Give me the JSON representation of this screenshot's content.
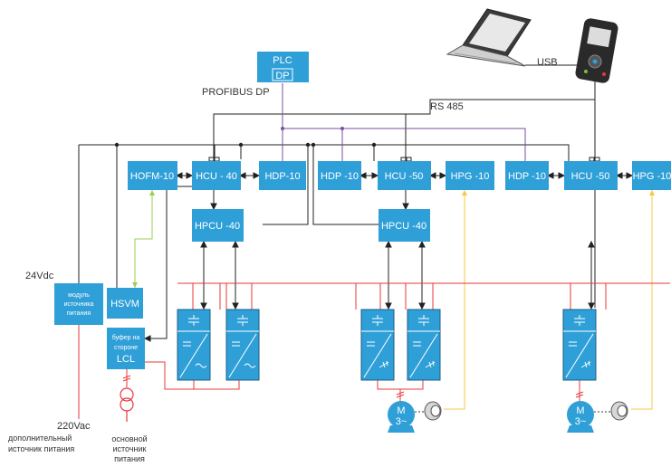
{
  "colors": {
    "module": "#2f9fd8",
    "power_line": "#e8373c",
    "profibus_line": "#7b4fa0",
    "encoder_line": "#f4c842",
    "optical_line": "#9bcf53",
    "bus_line": "#222222"
  },
  "plc": {
    "title": "PLC",
    "port": "DP"
  },
  "labels": {
    "profibus": "PROFIBUS  DP",
    "usb": "USB",
    "rs485": "RS 485",
    "vdc24": "24Vdc",
    "vac220": "220Vac",
    "aux_supply_1": "дополнительный",
    "aux_supply_2": "источник питания",
    "main_supply_1": "основной",
    "main_supply_2": "источник",
    "main_supply_3": "питания"
  },
  "modules": {
    "hofm10": "HOFM-10",
    "hcu40": "HCU - 40",
    "hdp10_a": "HDP-10",
    "hdp10_b": "HDP -10",
    "hcu50_a": "HCU -50",
    "hpg10_a": "HPG -10",
    "hdp10_c": "HDP -10",
    "hcu50_b": "HCU -50",
    "hpg10_b": "HPG -10",
    "hpcu40_a": "HPCU -40",
    "hpcu40_b": "HPCU -40",
    "hsvm": "HSVM",
    "psu_1": "модуль",
    "psu_2": "источника",
    "psu_3": "питания",
    "lcl_1": "буфер на",
    "lcl_2": "стороне",
    "lcl_3": "LCL"
  },
  "motor": {
    "letter": "M",
    "phase": "3~"
  },
  "icons": [
    "laptop-icon",
    "keypad-icon",
    "transformer-icon",
    "motor-icon",
    "encoder-icon",
    "power-cell-icon"
  ]
}
